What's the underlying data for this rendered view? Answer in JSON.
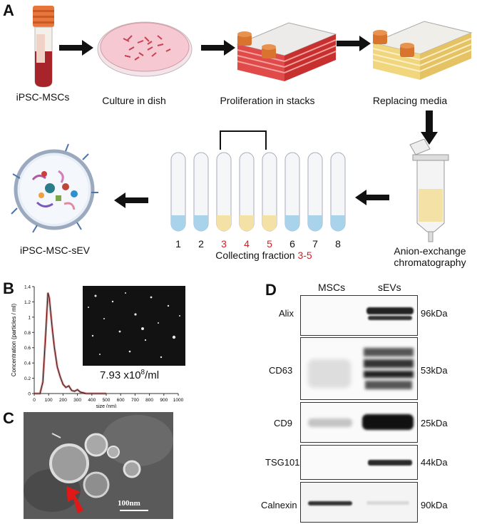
{
  "panel_a": {
    "letter": "A",
    "step1": "iPSC-MSCs",
    "step2": "Culture in dish",
    "step3": "Proliferation in stacks",
    "step4": "Replacing media",
    "step5a": "Anion-exchange",
    "step5b": "chromatography",
    "fraction_prefix": "Collecting fraction ",
    "fraction_range": "3-5",
    "product": "iPSC-MSC-sEV",
    "tube_numbers": [
      "1",
      "2",
      "3",
      "4",
      "5",
      "6",
      "7",
      "8"
    ]
  },
  "panel_b": {
    "letter": "B",
    "concentration_mantissa": "7.93 x10",
    "concentration_exp": "8",
    "concentration_unit": "/ml"
  },
  "panel_c": {
    "letter": "C",
    "scale_bar": "100nm"
  },
  "panel_d": {
    "letter": "D",
    "col_mscs": "MSCs",
    "col_sevs": "sEVs",
    "rows": [
      {
        "marker": "Alix",
        "kda": "96kDa"
      },
      {
        "marker": "CD63",
        "kda": "53kDa"
      },
      {
        "marker": "CD9",
        "kda": "25kDa"
      },
      {
        "marker": "TSG101",
        "kda": "44kDa"
      },
      {
        "marker": "Calnexin",
        "kda": "90kDa"
      }
    ]
  },
  "chart_data": {
    "type": "line",
    "xlabel": "size (nm)",
    "ylabel": "Concentration (particles / ml)",
    "xlim": [
      0,
      1000
    ],
    "ylim": [
      0,
      1.4
    ],
    "xticks": [
      "0",
      "100",
      "200",
      "300",
      "400",
      "500",
      "600",
      "700",
      "800",
      "900",
      "1000"
    ],
    "yticks": [
      "0",
      "0.2",
      "0.4",
      "0.6",
      "0.8",
      "1",
      "1.2",
      "1.4"
    ],
    "series": [
      {
        "x": [
          0,
          40,
          60,
          80,
          95,
          105,
          115,
          125,
          140,
          160,
          180,
          200,
          220,
          240,
          260,
          280,
          300,
          320,
          340,
          360,
          400,
          500
        ],
        "y": [
          0,
          0.0,
          0.15,
          0.8,
          1.32,
          1.25,
          1.05,
          0.85,
          0.6,
          0.35,
          0.22,
          0.12,
          0.08,
          0.1,
          0.04,
          0.03,
          0.05,
          0.02,
          0.01,
          0.0,
          0.0,
          0.0
        ]
      }
    ]
  }
}
